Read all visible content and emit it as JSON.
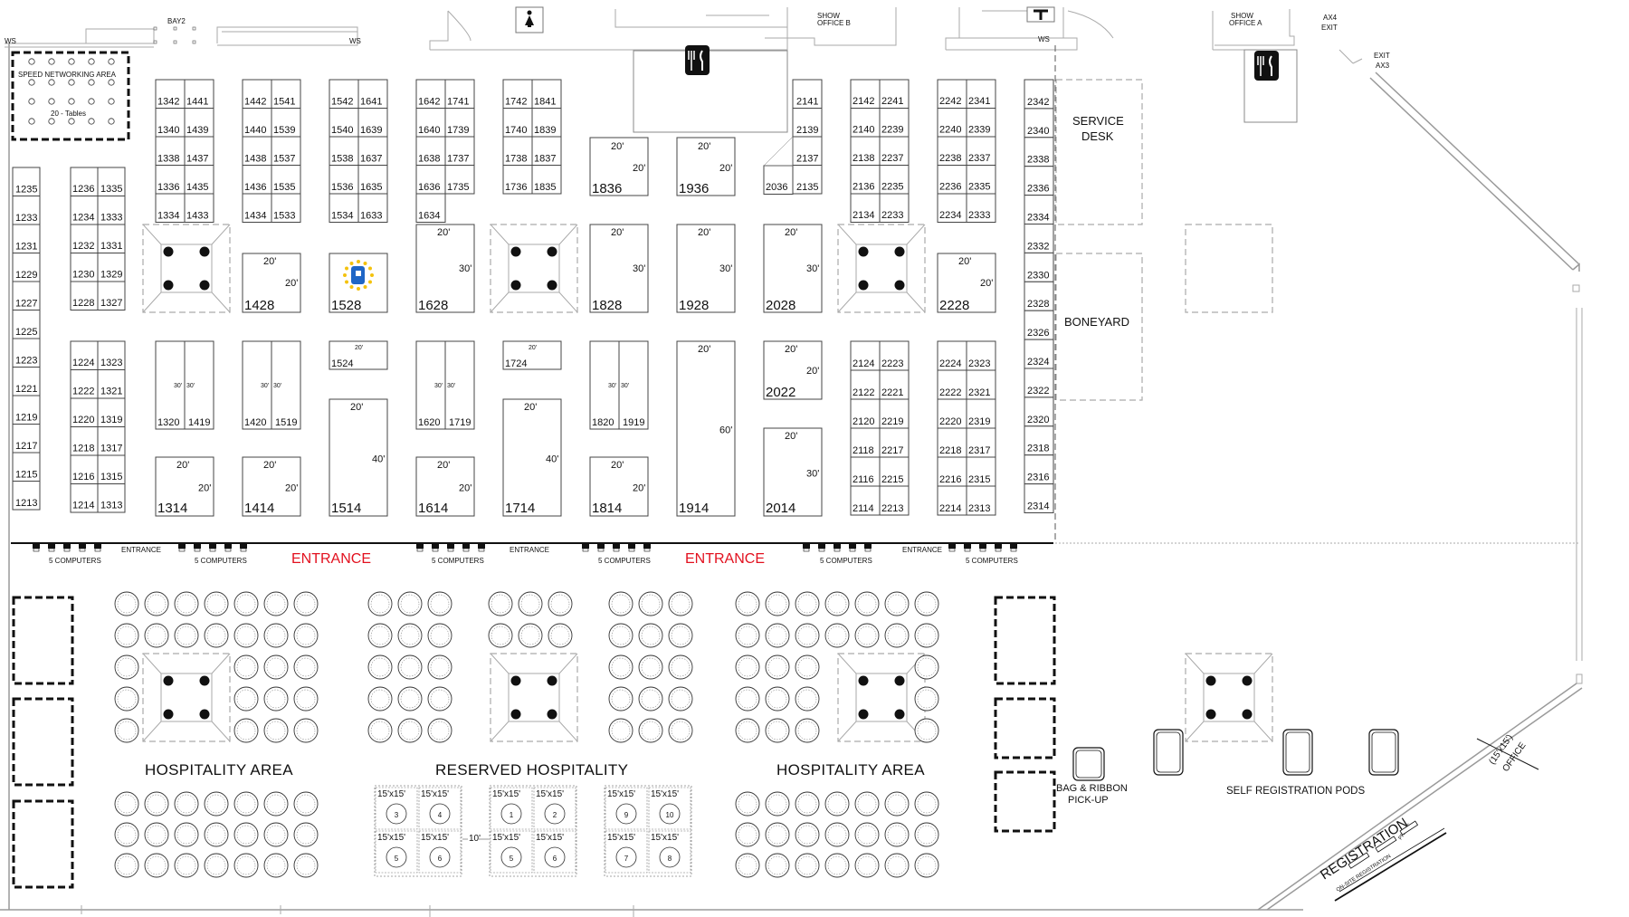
{
  "ws_labels": [
    "WS",
    "WS",
    "WS"
  ],
  "bay_label": "BAY2",
  "show_office_b": [
    "SHOW",
    "OFFICE B"
  ],
  "show_office_a": [
    "SHOW",
    "OFFICE A"
  ],
  "ax4_exit": [
    "AX4",
    "EXIT"
  ],
  "exit_ax3": [
    "EXIT",
    "AX3"
  ],
  "speed_networking": {
    "title": "SPEED NETWORKING AREA",
    "tables": "20 - Tables"
  },
  "service_desk": [
    "SERVICE",
    "DESK"
  ],
  "boneyard": "BONEYARD",
  "entrance": "ENTRANCE",
  "small_entrance": "ENTRANCE",
  "computers_label": "5 COMPUTERS",
  "hospitality_area": "HOSPITALITY AREA",
  "reserved_hospitality": "RESERVED HOSPITALITY",
  "reserved_size": "15'x15'",
  "reserved_gap": "10'",
  "reserved_numbers": [
    "3",
    "4",
    "5",
    "6",
    "1",
    "2",
    "5",
    "6",
    "9",
    "10",
    "7",
    "8"
  ],
  "bag_ribbon": [
    "BAG & RIBBON",
    "PICK-UP"
  ],
  "self_registration": "SELF REGISTRATION PODS",
  "office": [
    "(15'x15')",
    "OFFICE"
  ],
  "registration": "REGISTRATION",
  "onsite_registration": "ON-SITE REGISTRATION",
  "press": "PRESS",
  "booth_1528_logo": "booth-1528-logo-icon",
  "colors": {
    "entrance": "#e2111f",
    "logo_blue": "#1f66c6",
    "logo_yellow": "#f4c20d"
  },
  "col_1200_left": [
    "1235",
    "1233",
    "1231",
    "1229",
    "1227",
    "1225",
    "1223",
    "1221",
    "1219",
    "1217",
    "1215",
    "1213"
  ],
  "col_1200_pair_top": [
    [
      "1236",
      "1335"
    ],
    [
      "1234",
      "1333"
    ],
    [
      "1232",
      "1331"
    ],
    [
      "1230",
      "1329"
    ],
    [
      "1228",
      "1327"
    ]
  ],
  "col_1200_pair_bottom": [
    [
      "1224",
      "1323"
    ],
    [
      "1222",
      "1321"
    ],
    [
      "1220",
      "1319"
    ],
    [
      "1218",
      "1317"
    ],
    [
      "1216",
      "1315"
    ],
    [
      "1214",
      "1313"
    ]
  ],
  "rows_top": [
    {
      "left": [
        "1342",
        "1340",
        "1338",
        "1336",
        "1334"
      ],
      "right": [
        "1441",
        "1439",
        "1437",
        "1435",
        "1433"
      ]
    },
    {
      "left": [
        "1442",
        "1440",
        "1438",
        "1436",
        "1434"
      ],
      "right": [
        "1541",
        "1539",
        "1537",
        "1535",
        "1533"
      ]
    },
    {
      "left": [
        "1542",
        "1540",
        "1538",
        "1536",
        "1534"
      ],
      "right": [
        "1641",
        "1639",
        "1637",
        "1635",
        "1633"
      ]
    },
    {
      "left": [
        "1642",
        "1640",
        "1638",
        "1636",
        "1634"
      ],
      "right": [
        "1741",
        "1739",
        "1737",
        "1735"
      ]
    },
    {
      "left": [
        "1742",
        "1740",
        "1738",
        "1736"
      ],
      "right": [
        "1841",
        "1839",
        "1837",
        "1835"
      ]
    }
  ],
  "booths_1800_top": [
    {
      "num": "1836",
      "d1": "20'",
      "d2": "20'"
    },
    {
      "num": "1936",
      "d1": "20'",
      "d2": "20'"
    }
  ],
  "col_2100": {
    "left": [
      "2036"
    ],
    "right": [
      "2141",
      "2139",
      "2137",
      "2135"
    ]
  },
  "rows_2100_top": [
    {
      "left": [
        "2142",
        "2140",
        "2138",
        "2136",
        "2134"
      ],
      "right": [
        "2241",
        "2239",
        "2237",
        "2235",
        "2233"
      ]
    },
    {
      "left": [
        "2242",
        "2240",
        "2238",
        "2236",
        "2234"
      ],
      "right": [
        "2341",
        "2339",
        "2337",
        "2335",
        "2333"
      ]
    }
  ],
  "col_2300_right": [
    "2342",
    "2340",
    "2338",
    "2336",
    "2334",
    "2332",
    "2330",
    "2328",
    "2326",
    "2324",
    "2322",
    "2320",
    "2318",
    "2316",
    "2314"
  ],
  "middle_booths": [
    {
      "num": "1428",
      "d1": "20'",
      "d2": "20'"
    },
    {
      "num": "1528",
      "d1": "",
      "d2": ""
    },
    {
      "num": "1628",
      "d1": "20'",
      "d2": "30'"
    },
    {
      "num": "1828",
      "d1": "20'",
      "d2": "30'"
    },
    {
      "num": "1928",
      "d1": "20'",
      "d2": "30'"
    },
    {
      "num": "2028",
      "d1": "20'",
      "d2": "30'"
    },
    {
      "num": "2228",
      "d1": "20'",
      "d2": "20'"
    }
  ],
  "lower_booths": {
    "b1524": {
      "num": "1524",
      "d": "20'"
    },
    "b1724": {
      "num": "1724",
      "d": "20'"
    },
    "pairs_30": [
      {
        "left": "1320",
        "right": "1419",
        "d1": "30'",
        "d2": "30'"
      },
      {
        "left": "1420",
        "right": "1519",
        "d1": "30'",
        "d2": "30'"
      },
      {
        "left": "1620",
        "right": "1719",
        "d1": "30'",
        "d2": "30'"
      },
      {
        "left": "1820",
        "right": "1919",
        "d1": "30'",
        "d2": "30'"
      }
    ],
    "b2022": {
      "num": "2022",
      "d1": "20'",
      "d2": "20'"
    },
    "rows_2100_bottom": [
      {
        "left": [
          "2124",
          "2122",
          "2120",
          "2118",
          "2116",
          "2114"
        ],
        "right": [
          "2223",
          "2221",
          "2219",
          "2217",
          "2215",
          "2213"
        ]
      },
      {
        "left": [
          "2224",
          "2222",
          "2220",
          "2218",
          "2216",
          "2214"
        ],
        "right": [
          "2323",
          "2321",
          "2319",
          "2317",
          "2315",
          "2313"
        ]
      }
    ],
    "bottom_row": [
      {
        "num": "1314",
        "d1": "20'",
        "d2": "20'"
      },
      {
        "num": "1414",
        "d1": "20'",
        "d2": "20'"
      },
      {
        "num": "1514",
        "d1": "20'",
        "d2": "40'"
      },
      {
        "num": "1614",
        "d1": "20'",
        "d2": "20'"
      },
      {
        "num": "1714",
        "d1": "20'",
        "d2": "40'"
      },
      {
        "num": "1814",
        "d1": "20'",
        "d2": "20'"
      },
      {
        "num": "1914",
        "d1": "20'",
        "d2": "60'"
      },
      {
        "num": "2014",
        "d1": "20'",
        "d2": "30'"
      }
    ]
  }
}
